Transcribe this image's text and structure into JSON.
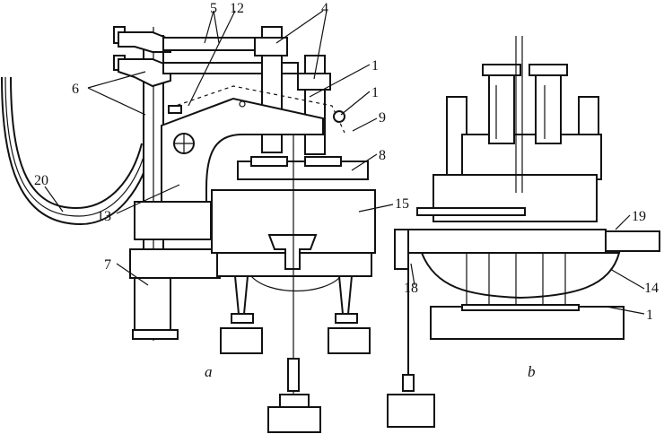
{
  "callouts": {
    "n1a": "1",
    "n1b": "1",
    "n1c": "1",
    "n4": "4",
    "n5": "5",
    "n6": "6",
    "n7": "7",
    "n8": "8",
    "n9": "9",
    "n12": "12",
    "n13": "13",
    "n14": "14",
    "n15": "15",
    "n18": "18",
    "n19": "19",
    "n20": "20"
  },
  "captions": {
    "a": "a",
    "b": "b"
  }
}
